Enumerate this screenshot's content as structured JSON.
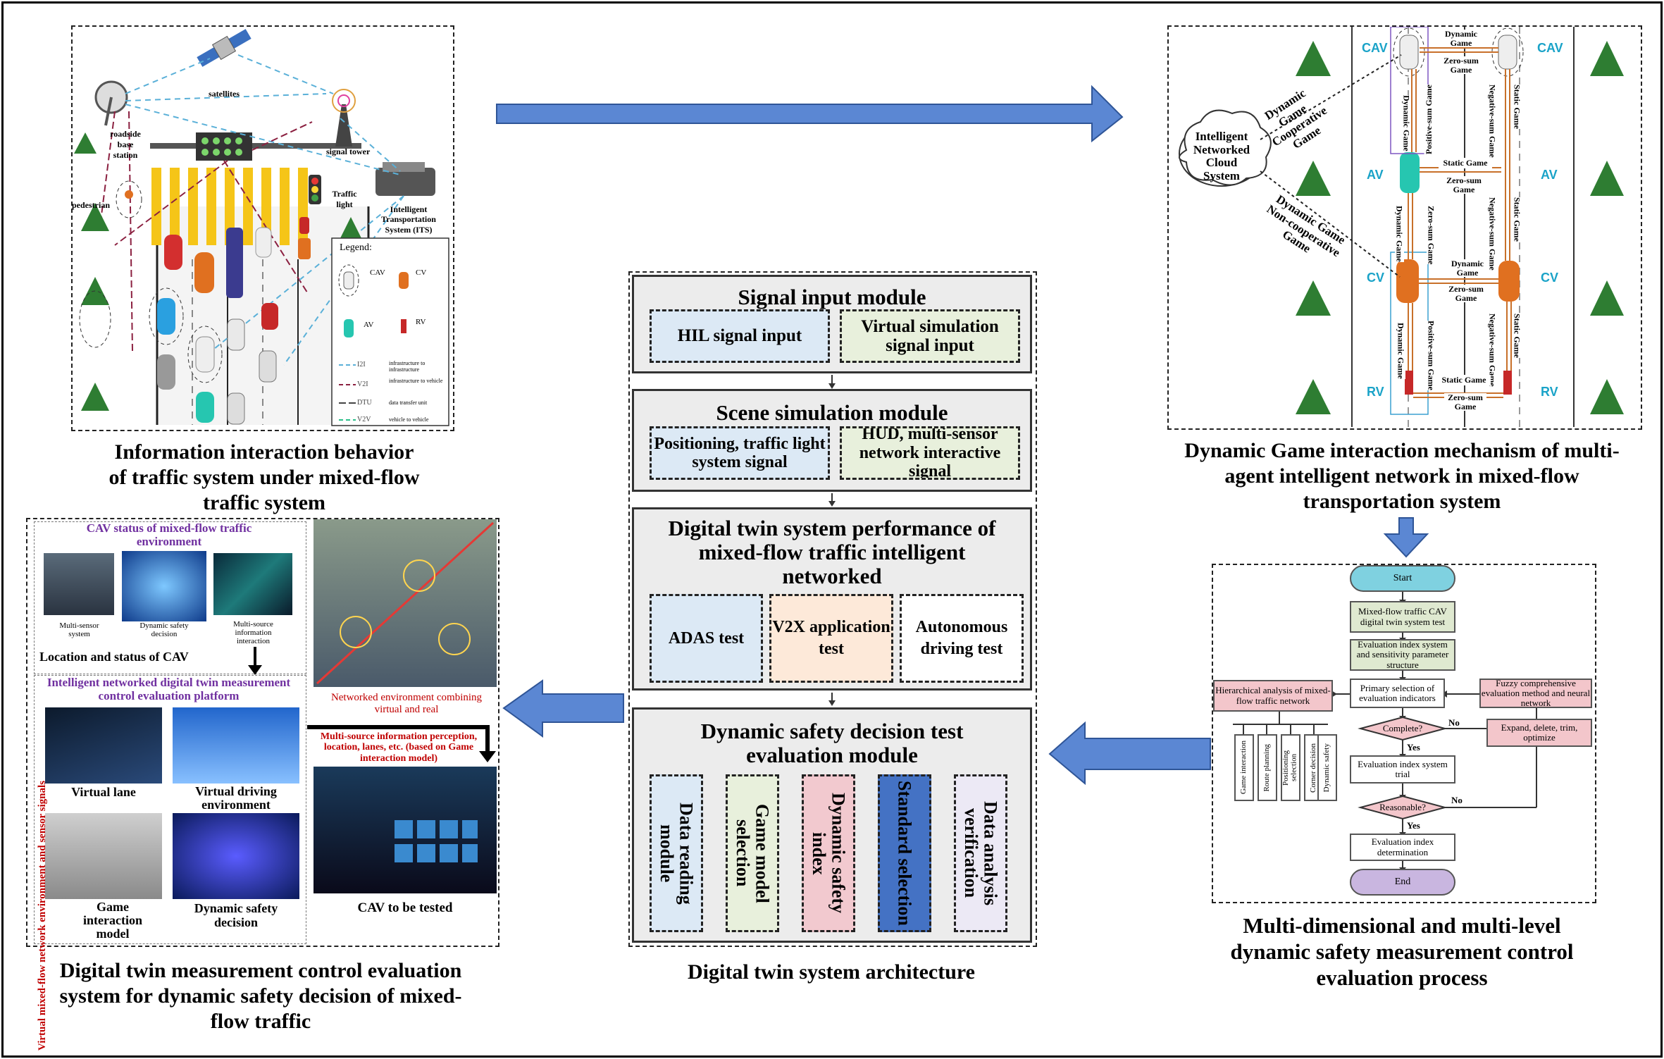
{
  "colors": {
    "arrow_fill": "#5b87d3",
    "arrow_stroke": "#2f5597",
    "module_bg": "#ececec",
    "blue_box": "#dce9f5",
    "green_box": "#e8f0dc",
    "peach_box": "#fde9d9",
    "pink_box": "#f2c9cf",
    "selected_box": "#4472c4",
    "lavender_box": "#ece9f5",
    "start_end_top": "#7fd1e0",
    "end_fill": "#c9b6e0",
    "fc_green": "#dfe9d0",
    "fc_pink": "#f3c6cb",
    "tree": "#2e7d32",
    "lane_label": "#1aa3c8",
    "red_text": "#c00000",
    "purple_text": "#7030a0"
  },
  "top_left": {
    "caption": "Information interaction behavior of traffic system under mixed-flow traffic system",
    "labels": {
      "satellites": "satellites",
      "signal_tower": "signal tower",
      "roadside": "roadside base station",
      "pedestrian": "pedestrian",
      "traffic_light": "Traffic light",
      "its": "Intelligent Transportation System (ITS)"
    },
    "legend": {
      "title": "Legend:",
      "items": [
        "CAV",
        "CV",
        "AV",
        "RV"
      ],
      "lines": [
        {
          "code": "I2I",
          "desc": "infrastructure to infrastructure"
        },
        {
          "code": "V2I",
          "desc": "infrastructure to vehicle"
        },
        {
          "code": "DTU",
          "desc": "data transfer unit"
        },
        {
          "code": "V2V",
          "desc": "vehicle to vehicle"
        }
      ]
    }
  },
  "top_right": {
    "caption": "Dynamic Game interaction mechanism of multi-agent intelligent network in mixed-flow transportation system",
    "cloud": "Intelligent Networked Cloud System",
    "lanes_left": [
      "CAV",
      "AV",
      "CV",
      "RV"
    ],
    "lanes_right": [
      "CAV",
      "AV",
      "CV",
      "RV"
    ],
    "diag_upper": "Dynamic Game Cooperative Game",
    "diag_lower": "Dynamic Game Non-cooperative Game",
    "games": {
      "dyn_game": "Dynamic Game",
      "zero_sum": "Zero-sum Game",
      "static_game": "Static Game",
      "pos_sum": "Positive-sum Game",
      "neg_sum": "Negative-sum Game"
    }
  },
  "center": {
    "caption": "Digital twin system architecture",
    "signal": {
      "title": "Signal input module",
      "a": "HIL signal input",
      "b": "Virtual simulation signal input"
    },
    "scene": {
      "title": "Scene simulation module",
      "a": "Positioning, traffic light system signal",
      "b": "HUD, multi-sensor network interactive signal"
    },
    "perf": {
      "title": "Digital twin system performance of mixed-flow traffic intelligent networked",
      "a": "ADAS test",
      "b": "V2X application test",
      "c": "Autonomous driving test"
    },
    "decision": {
      "title": "Dynamic safety decision test evaluation module",
      "items": [
        "Data reading module",
        "Game model selection",
        "Dynamic safety index",
        "Standard selection",
        "Data analysis verification"
      ]
    }
  },
  "bottom_left": {
    "caption": "Digital twin measurement control evaluation system for dynamic safety decision of mixed-flow traffic",
    "cav_status": "CAV status of mixed-flow traffic environment",
    "status_items": [
      "Multi-sensor system",
      "Dynamic safety decision",
      "Multi-source information interaction"
    ],
    "location": "Location and status of CAV",
    "platform": "Intelligent networked digital twin measurement control evaluation platform",
    "side_text": "Virtual mixed-flow network environment and sensor signals",
    "grid": [
      "Virtual lane",
      "Virtual driving environment",
      "Game interaction model",
      "Dynamic safety decision"
    ],
    "networked": "Networked environment combining virtual and real",
    "multisource": "Multi-source information perception, location, lanes, etc. (based on Game interaction model)",
    "cav_tested": "CAV to be tested"
  },
  "bottom_right": {
    "caption": "Multi-dimensional and multi-level dynamic safety measurement control evaluation process",
    "start": "Start",
    "step1": "Mixed-flow traffic CAV digital twin system test",
    "step2": "Evaluation index system and sensitivity parameter structure",
    "step3": "Primary selection of evaluation indicators",
    "complete": "Complete?",
    "step4": "Evaluation index system trial",
    "reasonable": "Reasonable?",
    "step5": "Evaluation index determination",
    "end": "End",
    "hier": "Hierarchical analysis of mixed-flow traffic network",
    "fuzzy": "Fuzzy comprehensive evaluation method and neural network",
    "expand": "Expand, delete, trim, optimize",
    "yes": "Yes",
    "no": "No",
    "verticals": [
      "Game interaction",
      "Route planning",
      "Positioning selection",
      "Corner decision",
      "Dynamic safety"
    ]
  }
}
